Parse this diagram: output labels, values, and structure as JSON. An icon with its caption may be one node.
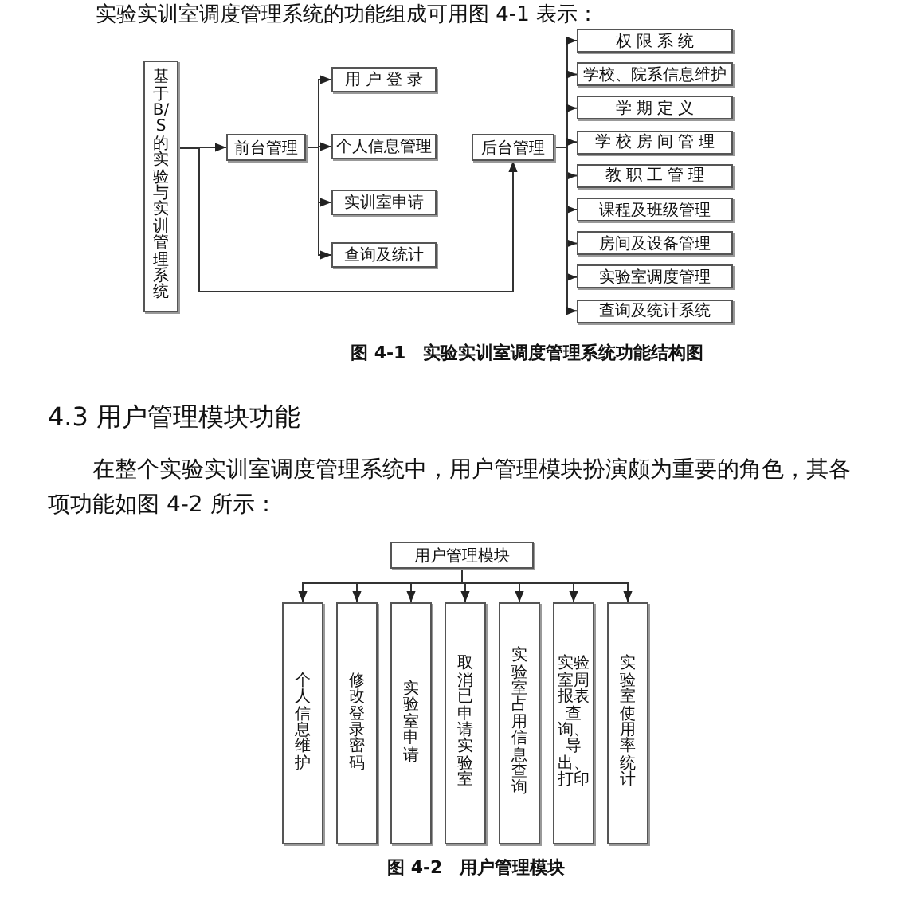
{
  "diagram": {
    "nodes": [
      {
        "text": [
          "基于B/S的实验与实训管理系统"
        ]
      },
      {
        "text": [
          "前台管理"
        ]
      },
      {
        "text": [
          "用户登录"
        ]
      },
      {
        "text": [
          "个人信息管理"
        ]
      },
      {
        "text": [
          "实训室申请"
        ]
      },
      {
        "text": [
          "查询及统计"
        ]
      },
      {
        "text": [
          "后台管理"
        ]
      },
      {
        "text": [
          "权限系统"
        ]
      },
      {
        "text": [
          "学校、院系信息维护"
        ]
      },
      {
        "text": [
          "学期定义"
        ]
      },
      {
        "text": [
          "学校房间管理"
        ]
      },
      {
        "text": [
          "教职工管理"
        ]
      },
      {
        "text": [
          "课程及班级管理"
        ]
      },
      {
        "text": [
          "房间及设备管理"
        ]
      },
      {
        "text": [
          "实验室调度管理"
        ]
      },
      {
        "text": [
          "查询及统计系统"
        ]
      },
      {
        "text": [
          "用户管理模块"
        ]
      },
      {
        "text": [
          "个人信息维护"
        ]
      },
      {
        "text": [
          "修改登录密码"
        ]
      },
      {
        "text": [
          "实验室申请"
        ]
      },
      {
        "text": [
          "取消已申请实验室"
        ]
      },
      {
        "text": [
          "实验室占用信息查询"
        ]
      },
      {
        "text": [
          "实验室周报表查询、导出、打印"
        ]
      },
      {
        "text": [
          "实验室使用率统计"
        ]
      }
    ],
    "edges": [
      {
        "from": 0,
        "to": 1,
        "arrow": "to"
      },
      {
        "from": 0,
        "to": 6,
        "arrow": "to"
      },
      {
        "from": 1,
        "to": 2,
        "arrow": "to"
      },
      {
        "from": 1,
        "to": 3,
        "arrow": "to"
      },
      {
        "from": 1,
        "to": 4,
        "arrow": "to"
      },
      {
        "from": 1,
        "to": 5,
        "arrow": "to"
      },
      {
        "from": 6,
        "to": 7,
        "arrow": "to"
      },
      {
        "from": 6,
        "to": 8,
        "arrow": "to"
      },
      {
        "from": 6,
        "to": 9,
        "arrow": "to"
      },
      {
        "from": 6,
        "to": 10,
        "arrow": "to"
      },
      {
        "from": 6,
        "to": 11,
        "arrow": "to"
      },
      {
        "from": 6,
        "to": 12,
        "arrow": "to"
      },
      {
        "from": 6,
        "to": 13,
        "arrow": "to"
      },
      {
        "from": 6,
        "to": 14,
        "arrow": "to"
      },
      {
        "from": 6,
        "to": 15,
        "arrow": "to"
      },
      {
        "from": 16,
        "to": 17,
        "arrow": "to"
      },
      {
        "from": 16,
        "to": 18,
        "arrow": "to"
      },
      {
        "from": 16,
        "to": 19,
        "arrow": "to"
      },
      {
        "from": 16,
        "to": 20,
        "arrow": "to"
      },
      {
        "from": 16,
        "to": 21,
        "arrow": "to"
      },
      {
        "from": 16,
        "to": 22,
        "arrow": "to"
      },
      {
        "from": 16,
        "to": 23,
        "arrow": "to"
      }
    ],
    "labels": [
      "实验实训室调度管理系统的功能组成可用图 4-1 表示：",
      "图 4-1　实验实训室调度管理系统功能结构图",
      "4.3 用户管理模块功能",
      "在整个实验实训室调度管理系统中，用户管理模块扮演颇为重要的角色，其各项功能如图 4-2 所示：",
      "图 4-2　用户管理模块"
    ]
  }
}
